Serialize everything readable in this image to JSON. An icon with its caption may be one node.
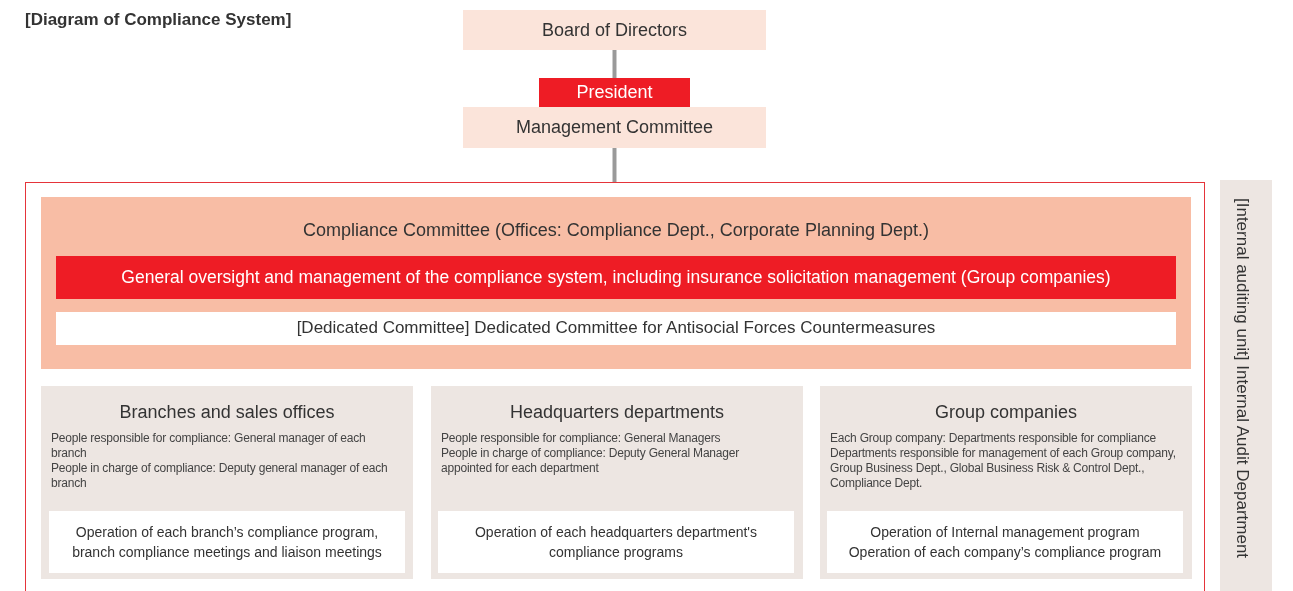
{
  "diagram": {
    "title": "[Diagram of Compliance System]",
    "nodes": [
      {
        "text": [
          "Board of Directors"
        ]
      },
      {
        "text": [
          "President"
        ]
      },
      {
        "text": [
          "Management Committee"
        ]
      },
      {
        "text": [],
        "shape": "box"
      },
      {
        "text": [
          "Compliance Committee (Offices: Compliance Dept., Corporate Planning Dept.)"
        ],
        "in": 3
      },
      {
        "text": [
          "General oversight and management of the compliance system, including insurance solicitation management (Group companies)"
        ],
        "in": 4
      },
      {
        "text": [
          "[Dedicated Committee] Dedicated Committee for Antisocial Forces Countermeasures"
        ],
        "in": 4
      },
      {
        "text": [
          "Branches and sales offices",
          "People responsible for compliance: General manager of each branch",
          "People in charge of compliance: Deputy general manager of each branch"
        ],
        "in": 3
      },
      {
        "text": [
          "Operation of each branch’s compliance program, branch compliance meetings and liaison meetings"
        ],
        "in": 7
      },
      {
        "text": [
          "Headquarters departments",
          "People responsible for compliance: General Managers",
          "People in charge of compliance: Deputy General Manager appointed for each department"
        ],
        "in": 3
      },
      {
        "text": [
          "Operation of each headquarters department's compliance programs"
        ],
        "in": 9
      },
      {
        "text": [
          "Group companies",
          "Each Group company: Departments responsible for compliance",
          "Departments responsible for management of each Group company, Group Business Dept., Global Business Risk & Control Dept., Compliance Dept."
        ],
        "in": 3
      },
      {
        "text": [
          "Operation of Internal management program",
          "Operation of each company’s compliance program"
        ],
        "in": 11
      },
      {
        "text": [
          "[Internal auditing unit] Internal Audit Department"
        ]
      }
    ],
    "edges": [
      {
        "from": 0,
        "to": 1,
        "arrow": "none"
      },
      {
        "from": 2,
        "to": 3,
        "arrow": "none"
      }
    ]
  }
}
